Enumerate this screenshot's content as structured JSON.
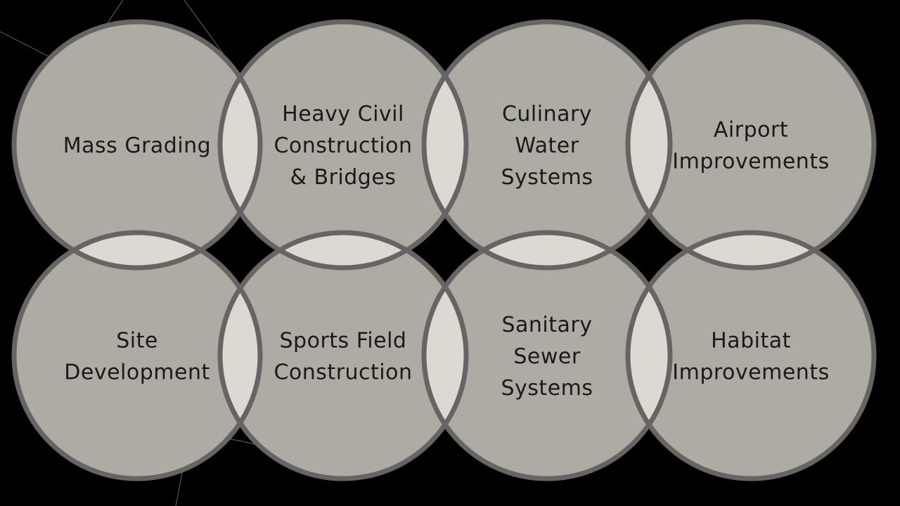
{
  "diagram": {
    "colors": {
      "background": "#000000",
      "circle_fill": "#aeaaa4",
      "circle_stroke": "#676563",
      "overlap_fill": "#dcd9d2",
      "text": "#1a1a1a",
      "decor_line": "#6a6a6a"
    },
    "circles": [
      {
        "id": "mass-grading",
        "lines": [
          "Mass Grading"
        ]
      },
      {
        "id": "heavy-civil",
        "lines": [
          "Heavy Civil",
          "Construction",
          "& Bridges"
        ]
      },
      {
        "id": "culinary-water",
        "lines": [
          "Culinary",
          "Water",
          "Systems"
        ]
      },
      {
        "id": "airport",
        "lines": [
          "Airport",
          "Improvements"
        ]
      },
      {
        "id": "site-development",
        "lines": [
          "Site",
          "Development"
        ]
      },
      {
        "id": "sports-field",
        "lines": [
          "Sports Field",
          "Construction"
        ]
      },
      {
        "id": "sanitary-sewer",
        "lines": [
          "Sanitary",
          "Sewer",
          "Systems"
        ]
      },
      {
        "id": "habitat",
        "lines": [
          "Habitat",
          "Improvements"
        ]
      }
    ]
  }
}
